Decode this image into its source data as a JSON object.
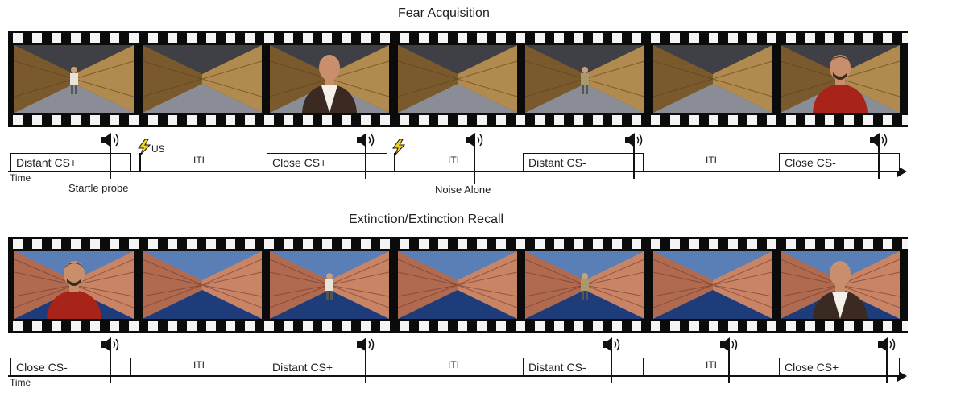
{
  "panels": [
    {
      "title": "Fear Acquisition",
      "frames": [
        {
          "scene": "corridor-wood",
          "figure": "distant-man-white"
        },
        {
          "scene": "corridor-wood",
          "figure": "none"
        },
        {
          "scene": "corridor-wood",
          "figure": "close-man-bald"
        },
        {
          "scene": "corridor-wood",
          "figure": "none"
        },
        {
          "scene": "corridor-wood",
          "figure": "distant-man-khaki"
        },
        {
          "scene": "corridor-wood",
          "figure": "none"
        },
        {
          "scene": "corridor-wood",
          "figure": "close-man-red"
        }
      ],
      "timeline": {
        "boxes": [
          "Distant CS+",
          "Close CS+",
          "Distant CS-",
          "Close CS-"
        ],
        "iti": [
          "ITI",
          "ITI",
          "ITI"
        ],
        "us_label": "US",
        "time_label": "Time",
        "startle_label": "Startle probe",
        "noise_label": "Noise Alone"
      }
    },
    {
      "title": "Extinction/Extinction Recall",
      "frames": [
        {
          "scene": "corridor-brick",
          "figure": "close-man-red"
        },
        {
          "scene": "corridor-brick",
          "figure": "none"
        },
        {
          "scene": "corridor-brick",
          "figure": "distant-man-white"
        },
        {
          "scene": "corridor-brick",
          "figure": "none"
        },
        {
          "scene": "corridor-brick",
          "figure": "distant-man-khaki"
        },
        {
          "scene": "corridor-brick",
          "figure": "none"
        },
        {
          "scene": "corridor-brick",
          "figure": "close-man-bald"
        }
      ],
      "timeline": {
        "boxes": [
          "Close CS-",
          "Distant CS+",
          "Distant CS-",
          "Close CS+"
        ],
        "iti": [
          "ITI",
          "ITI",
          "ITI"
        ],
        "time_label": "Time"
      }
    }
  ],
  "colors": {
    "film": "#0b0b0b",
    "wood_dark": "#7a5a2c",
    "wood_light": "#b08a4e",
    "floor_gray": "#8a8d96",
    "sky_gray": "#3f4046",
    "brick": "#b06a50",
    "floor_blue": "#1f3c7a",
    "sky_blue": "#5a7fb6",
    "lightning": "#f2d21a"
  }
}
